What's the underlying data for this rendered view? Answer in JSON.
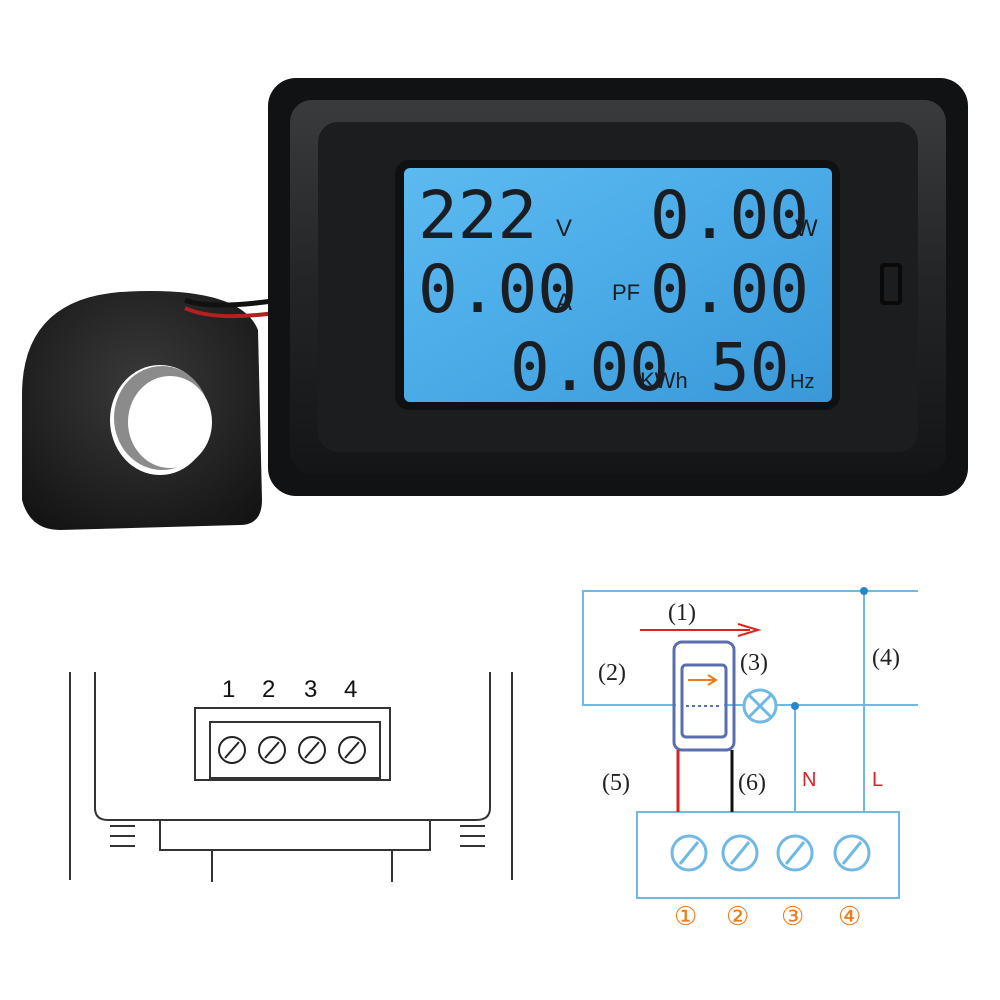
{
  "meter": {
    "voltage": "222",
    "voltage_unit": "V",
    "power": "0.00",
    "power_unit": "W",
    "current": "0.00",
    "current_unit": "A",
    "pf_label": "PF",
    "power_factor": "0.00",
    "energy": "0.00",
    "energy_unit": "KWh",
    "frequency": "50",
    "frequency_unit": "Hz"
  },
  "terminal_diagram": {
    "numbers": [
      "1",
      "2",
      "3",
      "4"
    ]
  },
  "wiring_diagram": {
    "labels": [
      "(1)",
      "(2)",
      "(3)",
      "(4)",
      "(5)",
      "(6)"
    ],
    "neutral": "N",
    "line": "L",
    "terminals": [
      "①",
      "②",
      "③",
      "④"
    ]
  },
  "colors": {
    "lcd_background": "#4fb0ea",
    "wire_blue": "#6fb9e4",
    "wire_red": "#e02020",
    "terminal_orange": "#f07a1a"
  }
}
